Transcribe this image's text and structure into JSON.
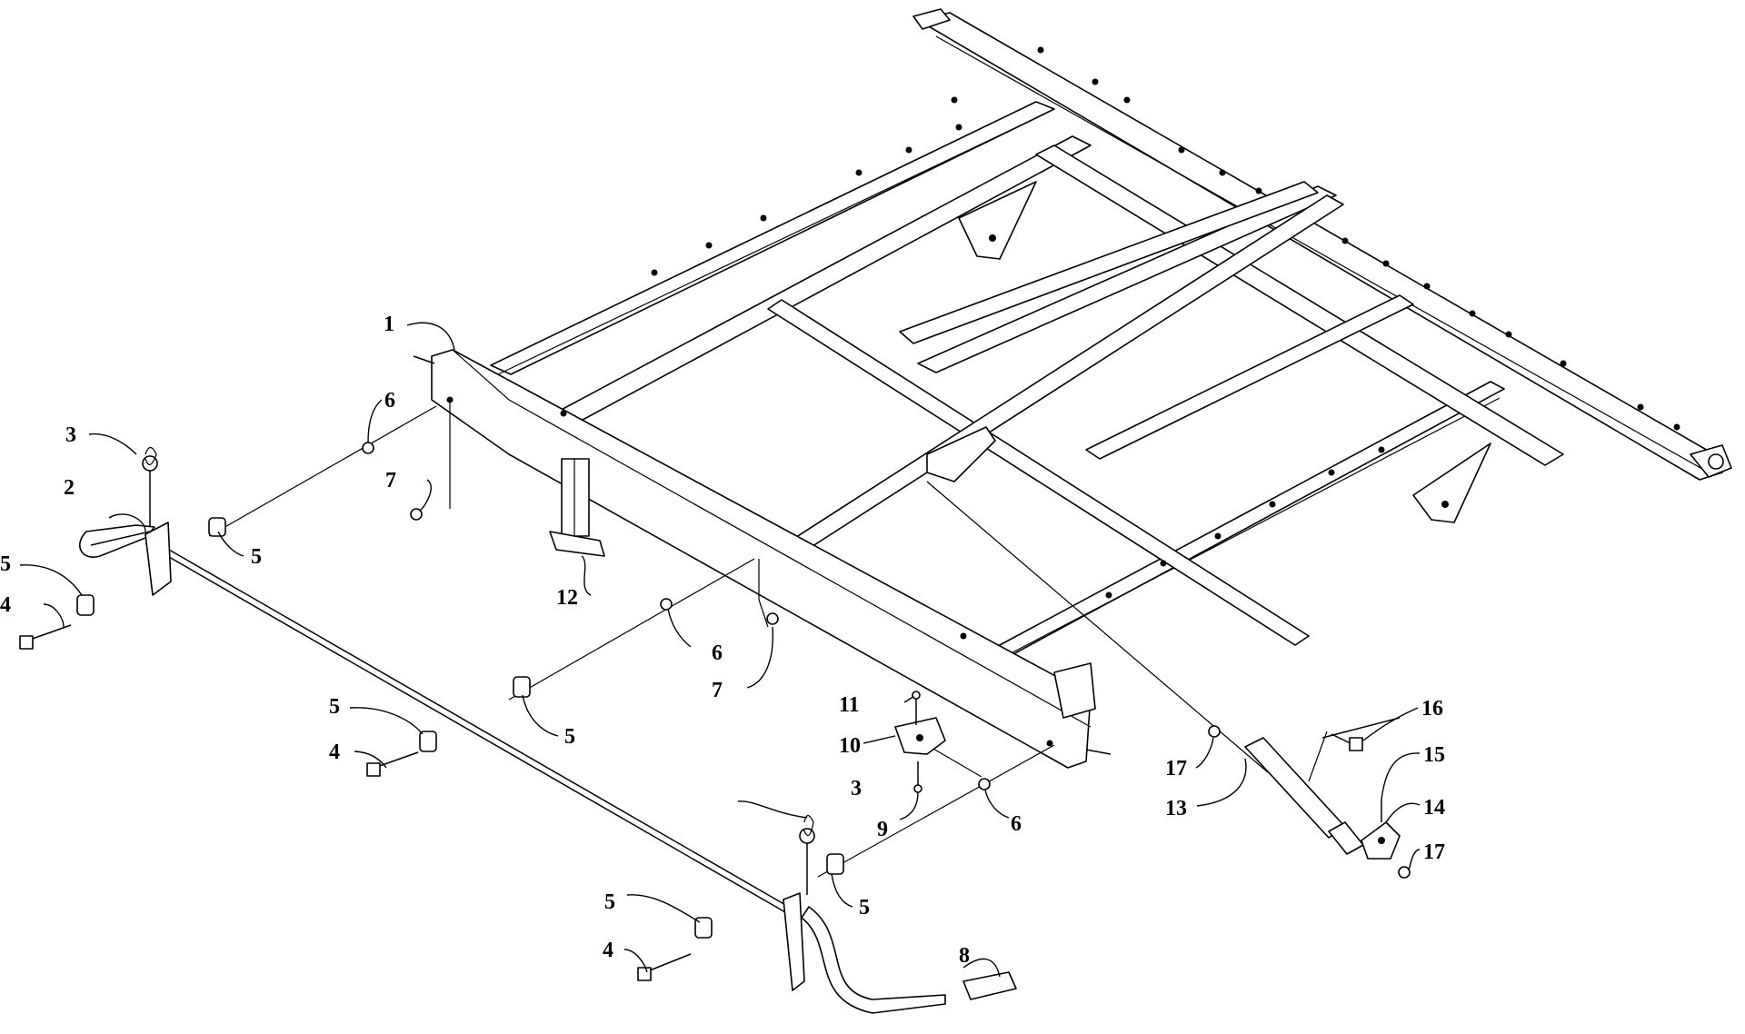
{
  "labels": {
    "l1": "1",
    "l2": "2",
    "l3a": "3",
    "l3b": "3",
    "l4a": "4",
    "l4b": "4",
    "l4c": "4",
    "l5a": "5",
    "l5b": "5",
    "l5c": "5",
    "l5d": "5",
    "l5e": "5",
    "l5f": "5",
    "l6a": "6",
    "l6b": "6",
    "l6c": "6",
    "l7a": "7",
    "l7b": "7",
    "l8": "8",
    "l9": "9",
    "l10": "10",
    "l11": "11",
    "l12": "12",
    "l13": "13",
    "l14": "14",
    "l15": "15",
    "l16": "16",
    "l17a": "17",
    "l17b": "17"
  }
}
